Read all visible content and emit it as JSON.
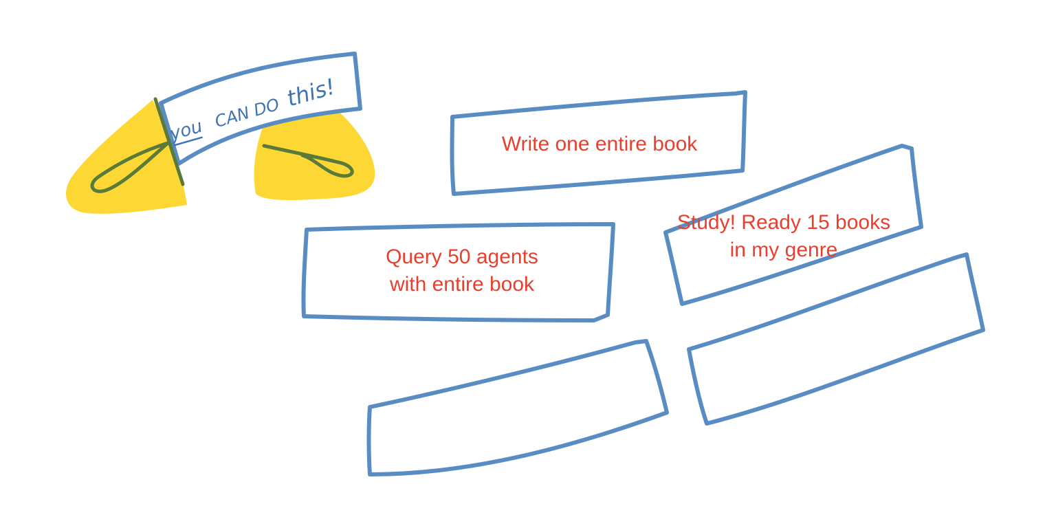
{
  "banner": {
    "word_you": "you",
    "word_rest": "CAN DO",
    "word_this": "this!"
  },
  "boxes": [
    {
      "label_lines": [
        "Write one entire book"
      ]
    },
    {
      "label_lines": [
        "Query 50 agents",
        "with entire book"
      ]
    },
    {
      "label_lines": [
        "Study! Ready 15 books",
        "in my genre"
      ]
    },
    {
      "label_lines": []
    },
    {
      "label_lines": []
    }
  ],
  "colors": {
    "box_stroke": "#5a8cc4",
    "label_text": "#e8402f",
    "clog_fill": "#fdd835",
    "clog_strap": "#5a7a3a",
    "banner_text": "#3f74b3"
  }
}
